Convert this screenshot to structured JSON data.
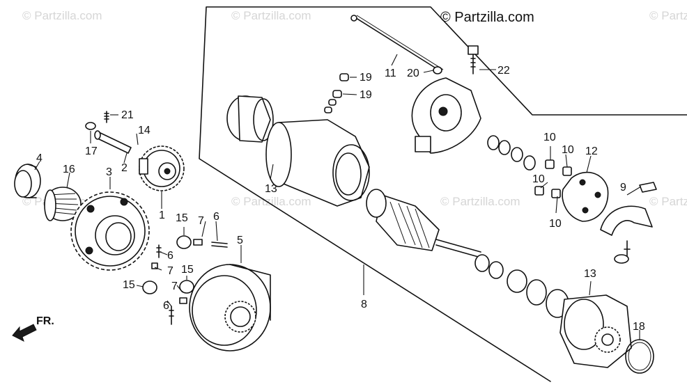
{
  "watermark": "© Partzilla.com",
  "brand": "© Partzilla",
  "brand_suffix": ".com",
  "direction_label": "FR.",
  "callouts": [
    "1",
    "2",
    "3",
    "4",
    "5",
    "6",
    "6",
    "6",
    "7",
    "7",
    "7",
    "8",
    "9",
    "10",
    "10",
    "10",
    "10",
    "11",
    "12",
    "13",
    "13",
    "14",
    "15",
    "15",
    "15",
    "16",
    "17",
    "18",
    "19",
    "19",
    "20",
    "21",
    "22"
  ],
  "colors": {
    "ink": "#111111",
    "watermark": "#d6d6d6",
    "background": "#ffffff"
  }
}
